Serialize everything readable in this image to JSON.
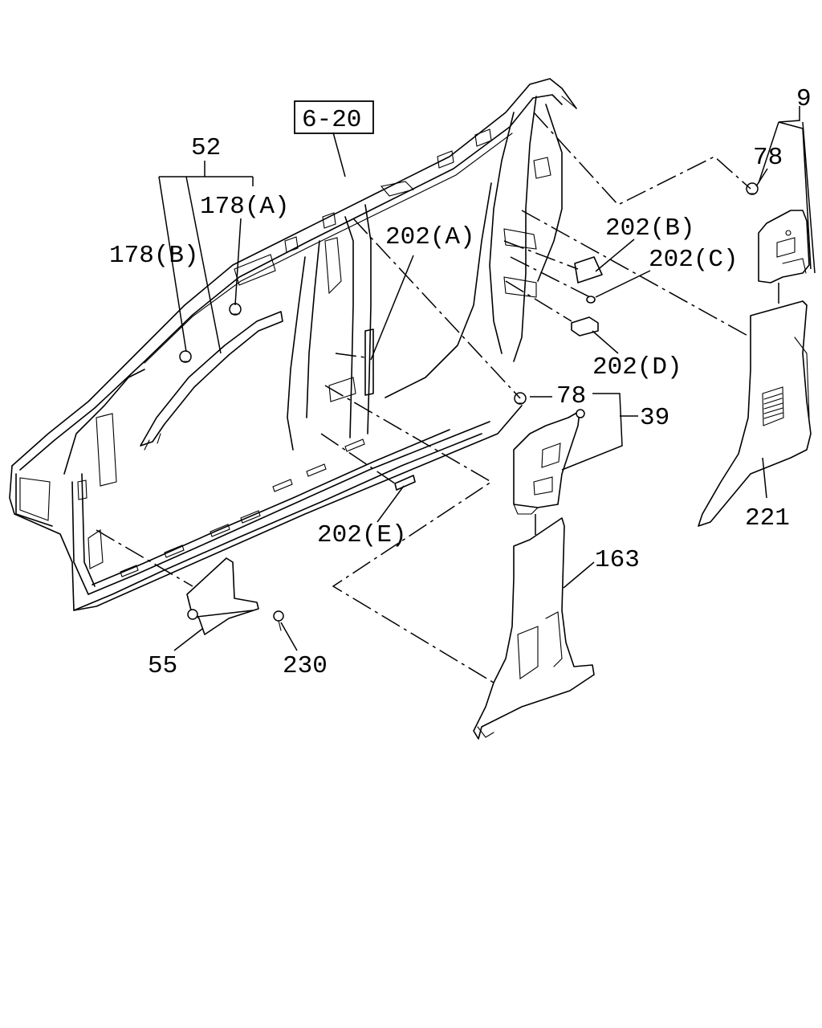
{
  "diagram": {
    "reference_box": "6-20",
    "callouts": {
      "c52": "52",
      "c178a": "178(A)",
      "c178b": "178(B)",
      "c202a": "202(A)",
      "c202b": "202(B)",
      "c202c": "202(C)",
      "c202d": "202(D)",
      "c202e": "202(E)",
      "c9": "9",
      "c78_top": "78",
      "c78_mid": "78",
      "c39": "39",
      "c163": "163",
      "c221": "221",
      "c55": "55",
      "c230": "230"
    }
  }
}
